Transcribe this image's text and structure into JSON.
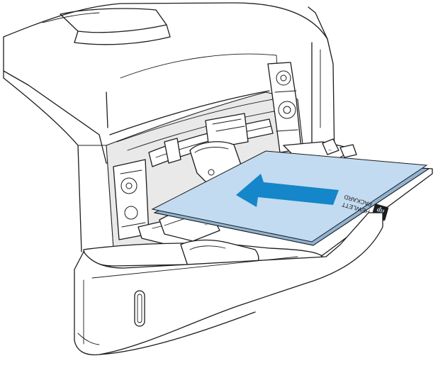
{
  "colors": {
    "paper": "#c2dbf0",
    "paper_edge": "#8fb3d3",
    "arrow": "#1486c9",
    "outline": "#1c1c1c",
    "interior": "#e9e9e9"
  },
  "icons": {
    "feed_direction": "arrow-right-to-left-icon",
    "brand_logo": "hp-logo-icon"
  },
  "paper_label": {
    "line1": "HEWLETT",
    "line2": "PACKARD",
    "mark": "hp"
  },
  "guide_marks": {
    "left_guide": "↔",
    "right_guide": "↔"
  }
}
